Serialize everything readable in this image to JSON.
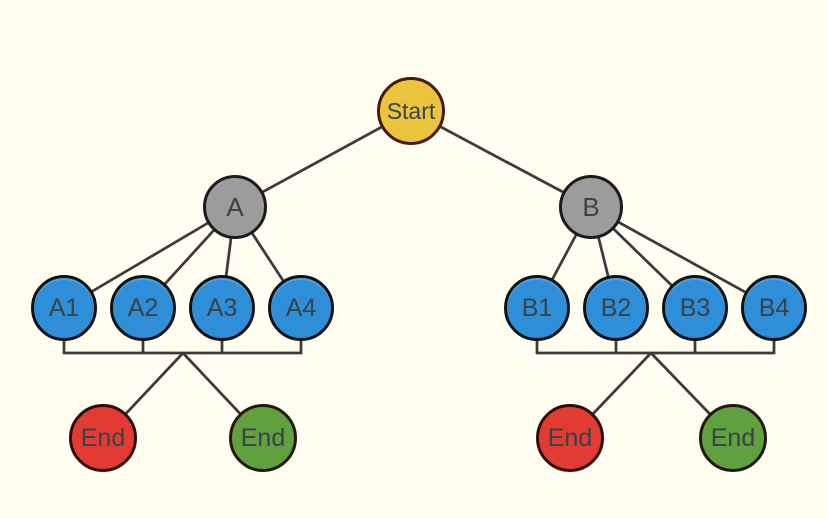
{
  "diagram": {
    "type": "tree-flowchart",
    "background_color": "#FFFEF1",
    "edge_color": "#3B3B3B",
    "nodes": {
      "start": {
        "label": "Start",
        "fill": "#EAC43D",
        "border": "#4A1708"
      },
      "a": {
        "label": "A",
        "fill": "#9C9C9C",
        "border": "#1B1B1B"
      },
      "b": {
        "label": "B",
        "fill": "#9C9C9C",
        "border": "#1B1B1B"
      },
      "a1": {
        "label": "A1",
        "fill": "#2E8ED8",
        "border": "#121212"
      },
      "a2": {
        "label": "A2",
        "fill": "#2E8ED8",
        "border": "#121212"
      },
      "a3": {
        "label": "A3",
        "fill": "#2E8ED8",
        "border": "#121212"
      },
      "a4": {
        "label": "A4",
        "fill": "#2E8ED8",
        "border": "#121212"
      },
      "b1": {
        "label": "B1",
        "fill": "#2E8ED8",
        "border": "#121212"
      },
      "b2": {
        "label": "B2",
        "fill": "#2E8ED8",
        "border": "#121212"
      },
      "b3": {
        "label": "B3",
        "fill": "#2E8ED8",
        "border": "#121212"
      },
      "b4": {
        "label": "B4",
        "fill": "#2E8ED8",
        "border": "#121212"
      },
      "end_a_red": {
        "label": "End",
        "fill": "#E13B33",
        "border": "#2E0D07"
      },
      "end_a_green": {
        "label": "End",
        "fill": "#60A03F",
        "border": "#26180B"
      },
      "end_b_red": {
        "label": "End",
        "fill": "#E13B33",
        "border": "#2E0D07"
      },
      "end_b_green": {
        "label": "End",
        "fill": "#60A03F",
        "border": "#26180B"
      }
    },
    "edges": [
      [
        "start",
        "a"
      ],
      [
        "start",
        "b"
      ],
      [
        "a",
        "a1"
      ],
      [
        "a",
        "a2"
      ],
      [
        "a",
        "a3"
      ],
      [
        "a",
        "a4"
      ],
      [
        "b",
        "b1"
      ],
      [
        "b",
        "b2"
      ],
      [
        "b",
        "b3"
      ],
      [
        "b",
        "b4"
      ]
    ],
    "bus_connections": [
      {
        "sources": [
          "a1",
          "a2",
          "a3",
          "a4"
        ],
        "targets": [
          "end_a_red",
          "end_a_green"
        ]
      },
      {
        "sources": [
          "b1",
          "b2",
          "b3",
          "b4"
        ],
        "targets": [
          "end_b_red",
          "end_b_green"
        ]
      }
    ]
  }
}
